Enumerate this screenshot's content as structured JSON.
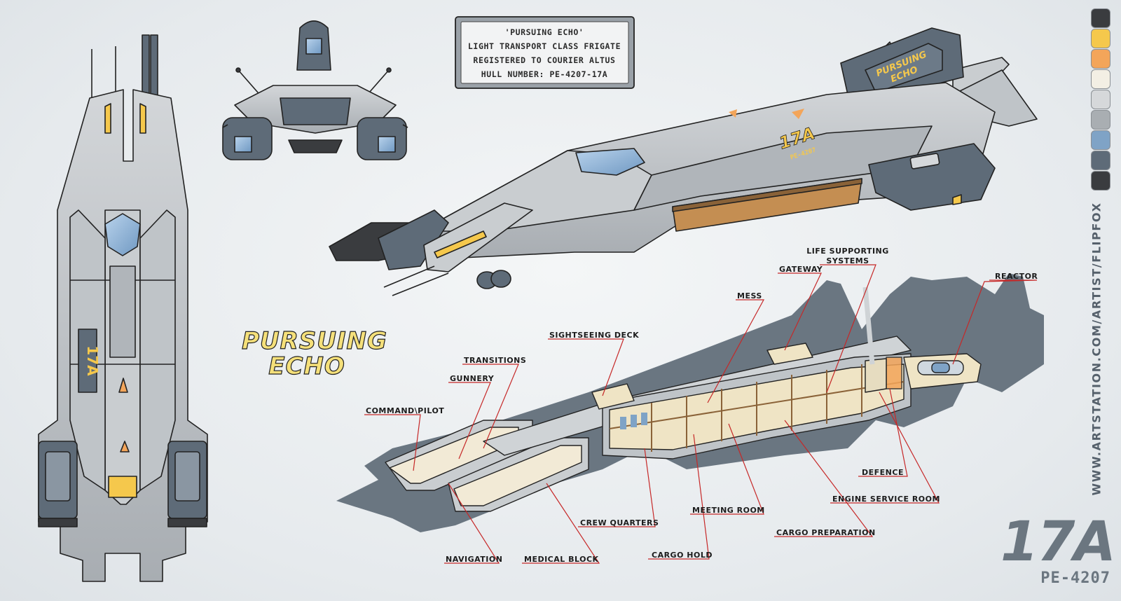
{
  "info_plate": {
    "line1": "'PURSUING ECHO'",
    "line2": "LIGHT TRANSPORT CLASS FRIGATE",
    "line3": "REGISTERED TO COURIER ALTUS",
    "line4": "HULL NUMBER: PE-4207-17A"
  },
  "ship_title": {
    "line1": "PURSUING",
    "line2": "ECHO"
  },
  "hull_markings": {
    "side_name_1": "PURSUING",
    "side_name_2": "ECHO",
    "side_code": "17A",
    "side_subcode": "PE-4207",
    "top_code": "17A"
  },
  "cutaway_labels": {
    "command_pilot": "COMMAND\\PILOT",
    "gunnery": "GUNNERY",
    "transitions": "TRANSITIONS",
    "sightseeing_deck": "SIGHTSEEING DECK",
    "mess": "MESS",
    "gateway": "GATEWAY",
    "life_supporting_1": "LIFE SUPPORTING",
    "life_supporting_2": "SYSTEMS",
    "reactor": "REACTOR",
    "defence": "DEFENCE",
    "engine_service_room": "ENGINE SERVICE ROOM",
    "meeting_room": "MEETING ROOM",
    "cargo_preparation": "CARGO PREPARATION",
    "crew_quarters": "CREW QUARTERS",
    "cargo_hold": "CARGO HOLD",
    "navigation": "NAVIGATION",
    "medical_block": "MEDICAL BLOCK"
  },
  "palette": [
    "#3a3c3f",
    "#f5c84c",
    "#f3a55a",
    "#f3efe4",
    "#d6d8da",
    "#a9aeb2",
    "#7fa3c6",
    "#5e6b78",
    "#3a3c3f"
  ],
  "credit": "WWW.ARTSTATION.COM/ARTIST/FLIPFOX",
  "code_big": "17A",
  "code_small": "PE-4207",
  "colors": {
    "hull": "#b9bec3",
    "hull_light": "#d5d8db",
    "dark": "#5e6b78",
    "accent_yellow": "#f5c84c",
    "accent_orange": "#f3a55a",
    "glass": "#8fb3d6",
    "shadow": "#6a7681",
    "leader": "#c62828"
  }
}
